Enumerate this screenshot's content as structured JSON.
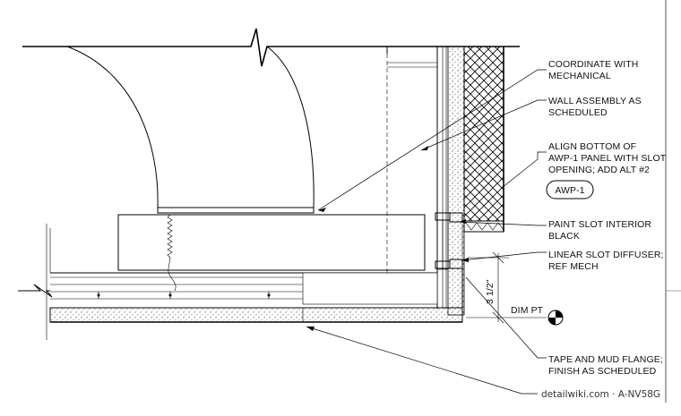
{
  "notes": [
    {
      "id": "coordinate",
      "lines": [
        "COORDINATE WITH",
        "MECHANICAL"
      ]
    },
    {
      "id": "wall-assembly",
      "lines": [
        "WALL ASSEMBLY AS",
        "SCHEDULED"
      ]
    },
    {
      "id": "align-bottom",
      "lines": [
        "ALIGN BOTTOM OF",
        "AWP-1 PANEL WITH SLOT",
        "OPENING; ADD ALT #2"
      ]
    },
    {
      "id": "paint-slot",
      "lines": [
        "PAINT SLOT INTERIOR",
        "BLACK"
      ]
    },
    {
      "id": "linear-slot",
      "lines": [
        "LINEAR SLOT DIFFUSER;",
        "REF MECH"
      ]
    },
    {
      "id": "tape-mud",
      "lines": [
        "TAPE AND MUD FLANGE;",
        "FINISH AS SCHEDULED"
      ]
    }
  ],
  "tag": "AWP-1",
  "dimension": "3 1/2\"",
  "dim_point": "DIM PT",
  "watermark": "detailwiki.com · A-NV58G"
}
